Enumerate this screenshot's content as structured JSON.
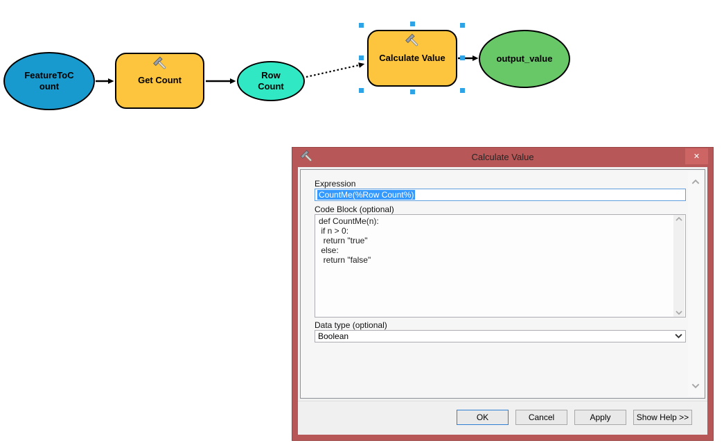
{
  "model": {
    "nodes": {
      "feature_to_count": {
        "label": "FeatureToC\nount",
        "fill": "#189ace"
      },
      "get_count": {
        "label": "Get Count",
        "fill": "#fcc53d"
      },
      "row_count": {
        "label": "Row\nCount",
        "fill": "#30e8c4"
      },
      "calculate_value": {
        "label": "Calculate Value",
        "fill": "#fcc53d"
      },
      "output_value": {
        "label": "output_value",
        "fill": "#68c868"
      }
    },
    "selection_handle_color": "#2ea3e6"
  },
  "dialog": {
    "title": "Calculate Value",
    "title_bar_color": "#b85757",
    "close_glyph": "✕",
    "expression_label": "Expression",
    "expression_value": "CountMe(%Row Count%)",
    "selection_color": "#3399ff",
    "code_block_label": "Code Block (optional)",
    "code_block_value": "def CountMe(n):\n if n > 0:\n  return \"true\"\n else:\n  return \"false\"",
    "data_type_label": "Data type (optional)",
    "data_type_value": "Boolean",
    "buttons": {
      "ok": "OK",
      "cancel": "Cancel",
      "apply": "Apply",
      "show_help": "Show Help >>"
    }
  }
}
